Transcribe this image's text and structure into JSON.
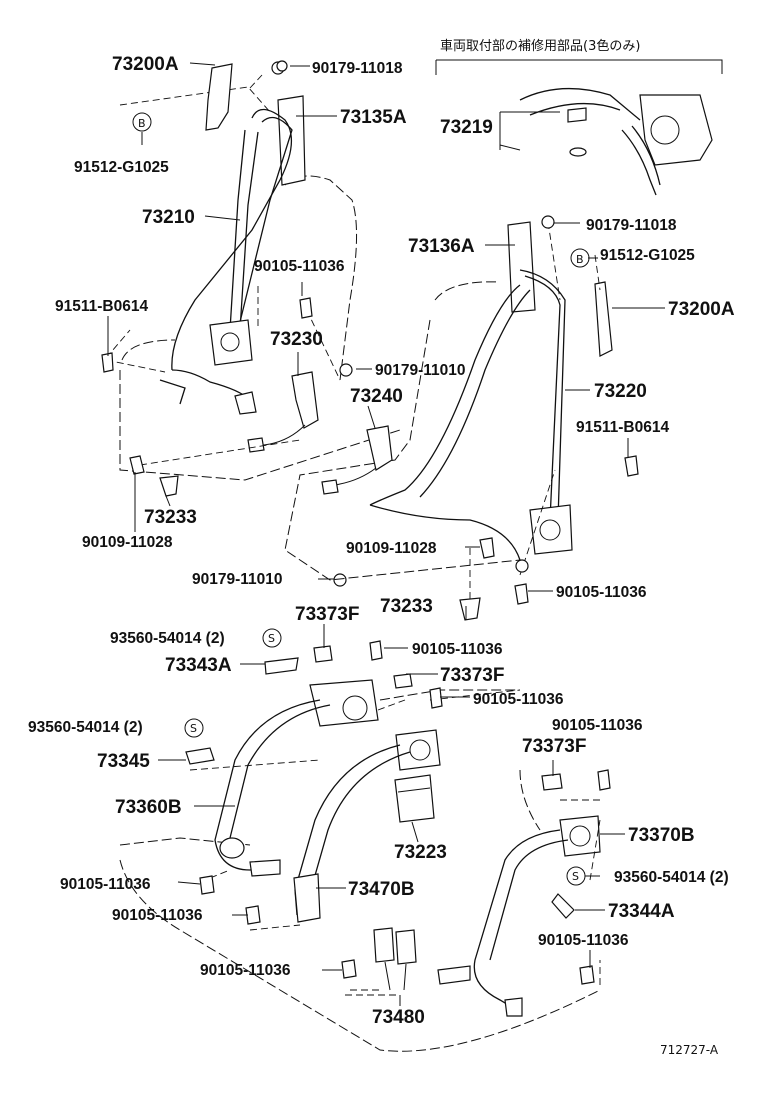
{
  "callouts": {
    "p73200A_top": "73200A",
    "p90179_11018_top": "90179-11018",
    "p73135A": "73135A",
    "pS_B_top": "B",
    "p91512_G1025_top": "91512-G1025",
    "p73210": "73210",
    "p90105_11036_a": "90105-11036",
    "p91511_B0614_left": "91511-B0614",
    "p73230": "73230",
    "p90179_11010_mid": "90179-11010",
    "p73240": "73240",
    "p90109_11028_left": "90109-11028",
    "p73233_left": "73233",
    "p90179_11010_bottom": "90179-11010",
    "p73219": "73219",
    "p90179_11018_right": "90179-11018",
    "p73136A": "73136A",
    "pS_B_right": "B",
    "p91512_G1025_right": "91512-G1025",
    "p73200A_right": "73200A",
    "p73220": "73220",
    "p91511_B0614_right": "91511-B0614",
    "p90109_11028_right": "90109-11028",
    "p90105_11036_b": "90105-11036",
    "p73233_right": "73233",
    "p73373F_a": "73373F",
    "p93560_54014_a": "93560-54014 (2)",
    "pS_a": "S",
    "p90105_11036_c": "90105-11036",
    "p73343A": "73343A",
    "p73373F_b": "73373F",
    "p90105_11036_d": "90105-11036",
    "p93560_54014_b": "93560-54014 (2)",
    "pS_b": "S",
    "p90105_11036_e": "90105-11036",
    "p73345": "73345",
    "p73373F_c": "73373F",
    "p73360B": "73360B",
    "p73370B": "73370B",
    "p73223": "73223",
    "pS_c": "S",
    "p93560_54014_c": "93560-54014 (2)",
    "p90105_11036_f": "90105-11036",
    "p73470B": "73470B",
    "p73344A": "73344A",
    "p90105_11036_g": "90105-11036",
    "p90105_11036_h": "90105-11036",
    "p90105_11036_i": "90105-11036",
    "p73480": "73480"
  },
  "note_jp": "車両取付部の補修用部品(3色のみ)",
  "ref_code": "712727-A"
}
